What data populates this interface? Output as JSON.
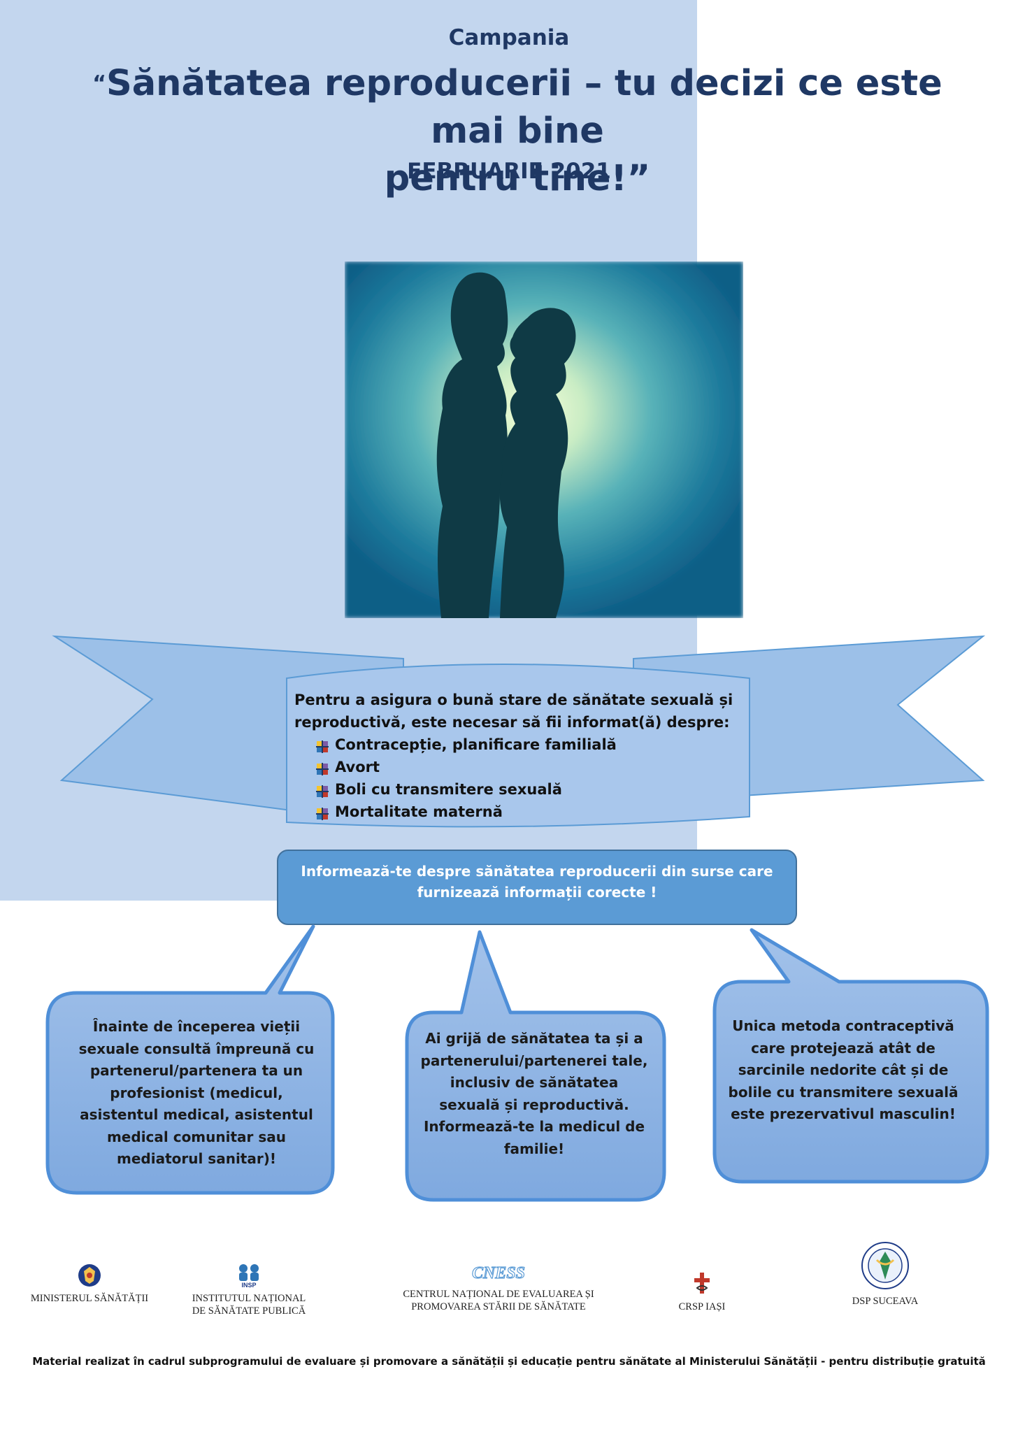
{
  "header": {
    "campaign_label": "Campania",
    "quote_open": "“",
    "title_line1": "Sănătatea reproducerii – tu decizi ce este mai bine",
    "title_line2": "pentru tine!”",
    "date": "FEBRUARIE 2021"
  },
  "banner": {
    "intro": "Pentru a asigura o bună stare de sănătate sexuală și reproductivă, este necesar să fii informat(ă) despre:",
    "topics": [
      "Contracepție, planificare familială",
      "Avort",
      "Boli cu transmitere sexuală",
      "Mortalitate maternă"
    ]
  },
  "main_callout": {
    "line1": "Informează-te despre sănătatea reproducerii din surse care",
    "line2": "furnizează informații corecte !"
  },
  "bubbles": [
    {
      "text": "Înainte de începerea vieții sexuale consultă împreună cu partenerul/partenera ta un profesionist (medicul, asistentul medical, asistentul medical comunitar sau mediatorul sanitar)!"
    },
    {
      "text": "Ai grijă de sănătatea ta și a partenerului/partenerei tale, inclusiv de sănătatea sexuală și reproductivă. Informează-te la medicul de familie!"
    },
    {
      "text": "Unica metoda contraceptivă care protejează atât de sarcinile nedorite cât și de bolile cu transmitere sexuală este prezervativul masculin!"
    }
  ],
  "logos": [
    {
      "line1": "MINISTERUL SĂNĂTĂȚII",
      "line2": ""
    },
    {
      "line1": "INSTITUTUL NAȚIONAL",
      "line2": "DE SĂNĂTATE PUBLICĂ",
      "mark": "INSP"
    },
    {
      "line1": "CENTRUL NAȚIONAL DE EVALUAREA ȘI",
      "line2": "PROMOVAREA STĂRII DE SĂNĂTATE",
      "mark": "CNESS"
    },
    {
      "line1": "CRSP IAȘI",
      "line2": ""
    },
    {
      "line1": "DSP SUCEAVA",
      "line2": ""
    }
  ],
  "footer": "Material realizat în cadrul subprogramului de evaluare și promovare a sănătății și educație pentru sănătate al Ministerului Sănătății - pentru distribuție gratuită",
  "colors": {
    "panel": "#c3d6ee",
    "heading": "#1f3864",
    "callout": "#5b9bd5",
    "bubble_fill": "#8fb3e3",
    "bubble_border": "#4f8fd8"
  }
}
